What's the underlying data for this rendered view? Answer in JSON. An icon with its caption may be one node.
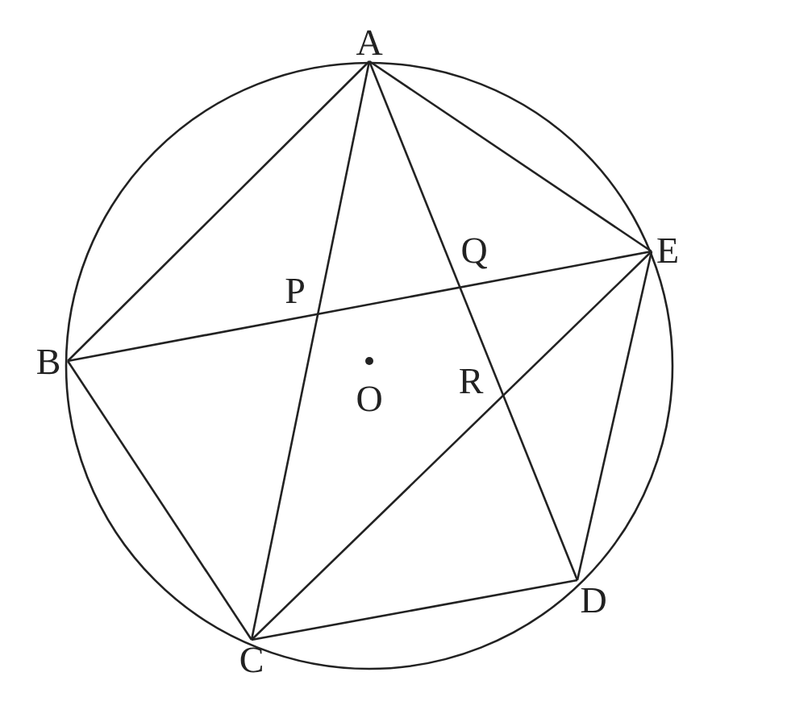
{
  "diagram": {
    "nodes": [
      {
        "text": [
          "A"
        ]
      },
      {
        "text": [
          "B"
        ]
      },
      {
        "text": [
          "C"
        ]
      },
      {
        "text": [
          "D"
        ]
      },
      {
        "text": [
          "E"
        ]
      }
    ],
    "edges": [
      {
        "from": 0,
        "to": 1,
        "arrow": "none"
      },
      {
        "from": 0,
        "to": 2,
        "arrow": "none"
      },
      {
        "from": 0,
        "to": 3,
        "arrow": "none"
      },
      {
        "from": 0,
        "to": 4,
        "arrow": "none"
      },
      {
        "from": 1,
        "to": 2,
        "arrow": "none"
      },
      {
        "from": 1,
        "to": 4,
        "arrow": "none"
      },
      {
        "from": 2,
        "to": 3,
        "arrow": "none"
      },
      {
        "from": 2,
        "to": 4,
        "arrow": "none"
      },
      {
        "from": 3,
        "to": 4,
        "arrow": "none"
      }
    ],
    "labels": [
      "P",
      "Q",
      "R",
      "O"
    ]
  }
}
